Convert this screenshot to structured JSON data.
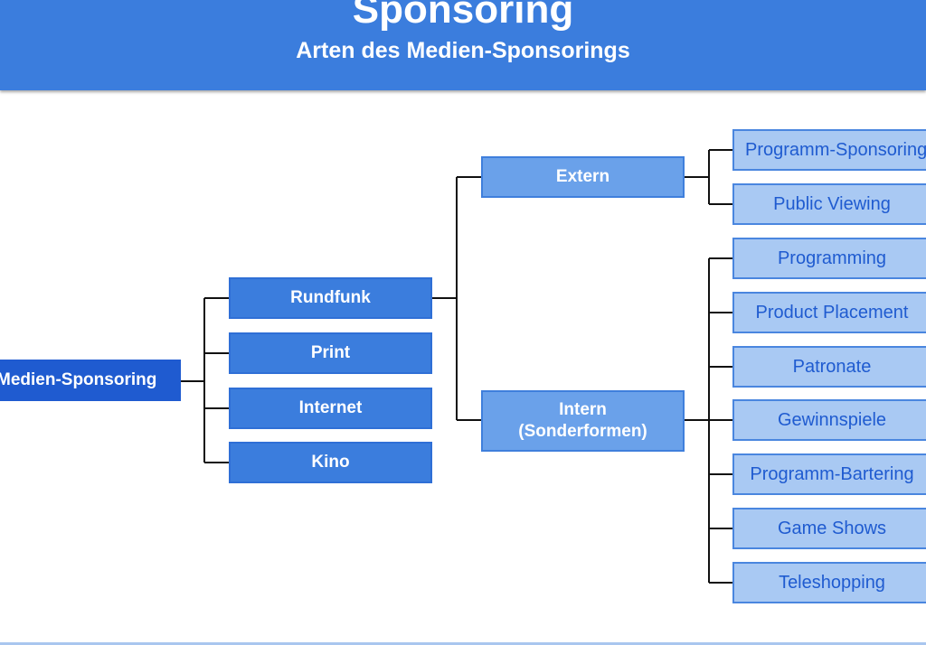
{
  "header": {
    "title": "Sponsoring",
    "subtitle": "Arten des Medien-Sponsorings"
  },
  "diagram": {
    "root": "Medien-Sponsoring",
    "media": [
      "Rundfunk",
      "Print",
      "Internet",
      "Kino"
    ],
    "extern": {
      "label": "Extern",
      "children": [
        "Programm-Sponsoring",
        "Public Viewing"
      ]
    },
    "intern": {
      "label_line1": "Intern",
      "label_line2": "(Sonderformen)",
      "children": [
        "Programming",
        "Product Placement",
        "Patronate",
        "Gewinnspiele",
        "Programm-Bartering",
        "Game Shows",
        "Teleshopping"
      ]
    }
  }
}
